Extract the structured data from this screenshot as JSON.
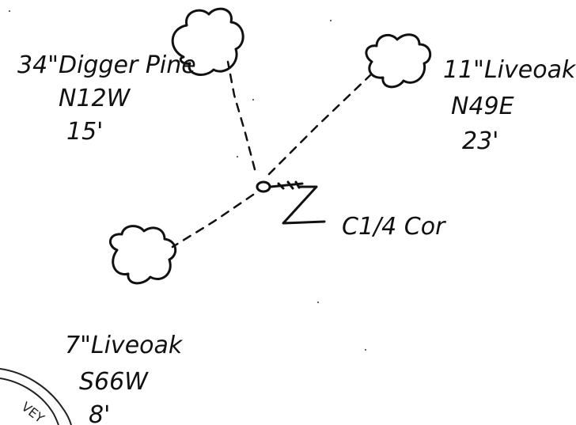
{
  "trees": [
    {
      "size_species": "34\"Digger Pine",
      "bearing": "N12W",
      "distance": "15'"
    },
    {
      "size_species": "11\"Liveoak",
      "bearing": "N49E",
      "distance": "23'"
    },
    {
      "size_species": "7\"Liveoak",
      "bearing": "S66W",
      "distance": "8'"
    }
  ],
  "corner": {
    "label": "C1/4 Cor"
  },
  "seal": {
    "text": "VEY"
  },
  "colors": {
    "ink": "#111111",
    "paper": "#ffffff"
  }
}
